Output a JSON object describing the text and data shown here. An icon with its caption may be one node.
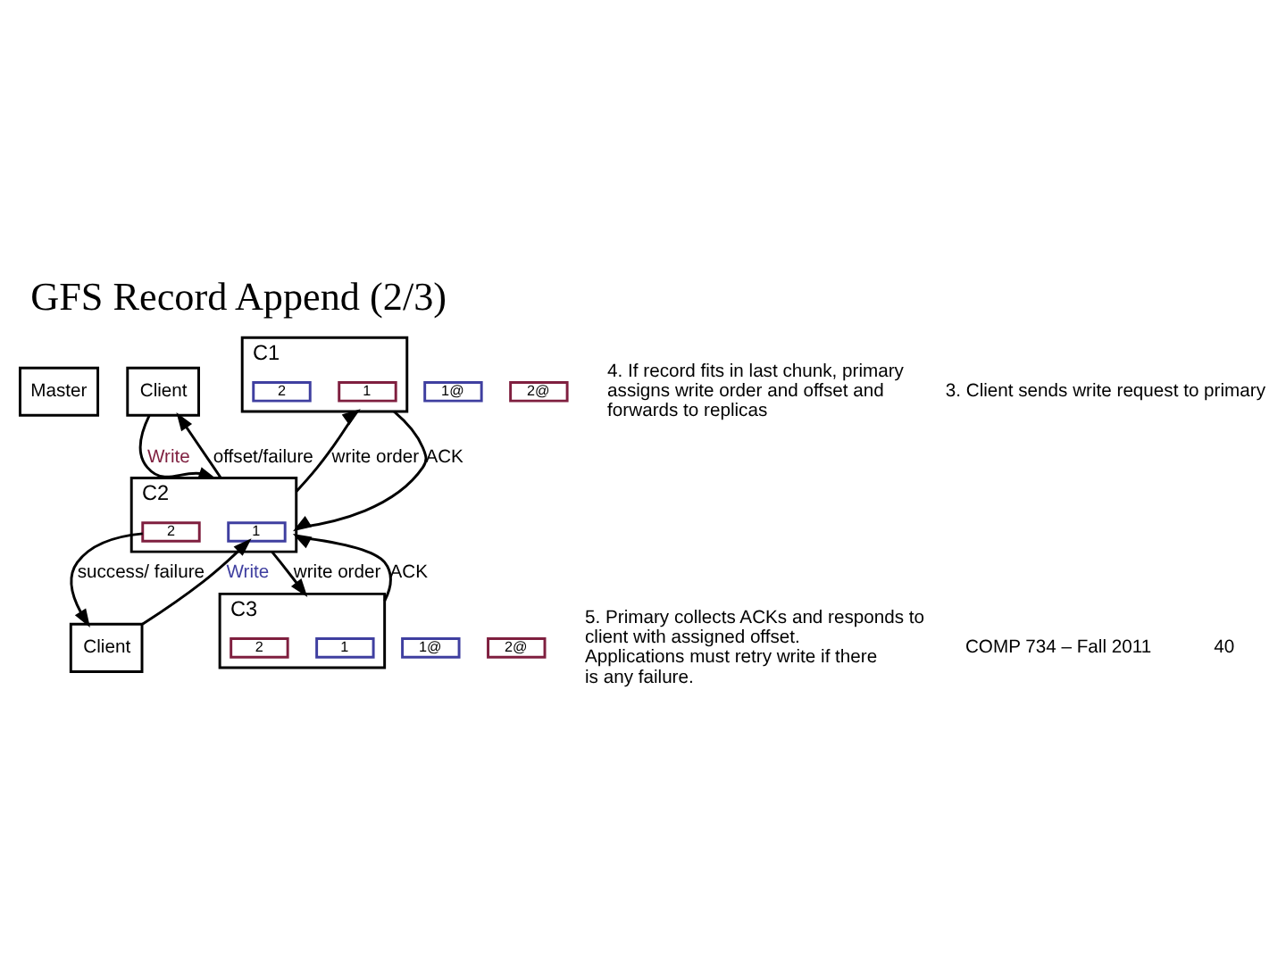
{
  "diagram": {
    "title": "GFS Record Append (2/3)",
    "nodes": [
      {
        "text": [
          "Master"
        ]
      },
      {
        "text": [
          "Client"
        ]
      },
      {
        "text": [
          "C1"
        ]
      },
      {
        "text": [
          "1"
        ],
        "in": 2
      },
      {
        "text": [
          "2"
        ],
        "in": 2
      },
      {
        "text": [
          "1@"
        ]
      },
      {
        "text": [
          "2@"
        ]
      },
      {
        "text": [
          "C2"
        ]
      },
      {
        "text": [
          "1"
        ],
        "in": 7
      },
      {
        "text": [
          "2"
        ],
        "in": 7
      },
      {
        "text": [
          "Client"
        ]
      },
      {
        "text": [
          "1@"
        ]
      },
      {
        "text": [
          "2@"
        ]
      },
      {
        "text": [
          "C3"
        ]
      },
      {
        "text": [
          "1"
        ],
        "in": 13
      },
      {
        "text": [
          "2"
        ],
        "in": 13
      }
    ],
    "edges": [
      {
        "from": 1,
        "to": 7,
        "arrow": "to",
        "label": "Write"
      },
      {
        "from": 7,
        "to": 1,
        "arrow": "to",
        "label": "offset/failure"
      },
      {
        "from": 7,
        "to": 2,
        "arrow": "to",
        "label": "write order"
      },
      {
        "from": 2,
        "to": 7,
        "arrow": "to",
        "label": "ACK"
      },
      {
        "from": 10,
        "to": 8,
        "arrow": "to",
        "label": "Write"
      },
      {
        "from": 9,
        "to": 10,
        "arrow": "to",
        "label": "success/ failure"
      },
      {
        "from": 7,
        "to": 13,
        "arrow": "to",
        "label": "write order"
      },
      {
        "from": 13,
        "to": 7,
        "arrow": "to",
        "label": "ACK"
      }
    ],
    "labels": [
      "4. If record fits in last chunk, primary assigns write order and offset and forwards to replicas",
      "3. Client sends write request to primary",
      "5. Primary collects ACKs and responds to client with assigned offset.  Applications must retry write if there is any failure.",
      "COMP 734 – Fall 2011",
      "40"
    ]
  }
}
